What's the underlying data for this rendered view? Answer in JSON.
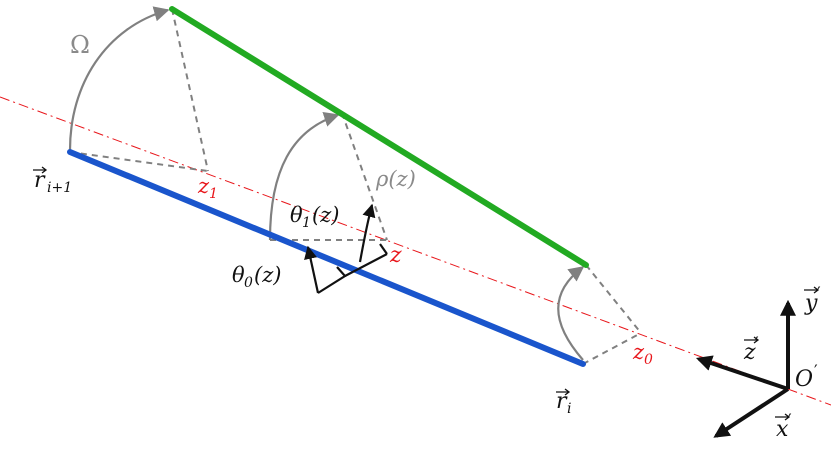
{
  "labels": {
    "r_i_plus_1": "r",
    "r_i_plus_1_sub": "i+1",
    "r_i": "r",
    "r_i_sub": "i",
    "omega": "Ω",
    "z1": "z",
    "z1_sub": "1",
    "z0": "z",
    "z0_sub": "0",
    "z": "z",
    "rho": "ρ(z)",
    "theta1": "θ",
    "theta1_sub": "1",
    "theta1_arg": "(z)",
    "theta0": "θ",
    "theta0_sub": "0",
    "theta0_arg": "(z)",
    "y_prime": "y",
    "z_prime": "z",
    "x_prime": "x",
    "origin": "O"
  },
  "colors": {
    "green_segment": "#22aa22",
    "blue_segment": "#1a55cc",
    "axis_dashdot": "#e8161b",
    "construction_gray": "#808080",
    "arrows_black": "#111111",
    "label_red": "#e8161b"
  }
}
